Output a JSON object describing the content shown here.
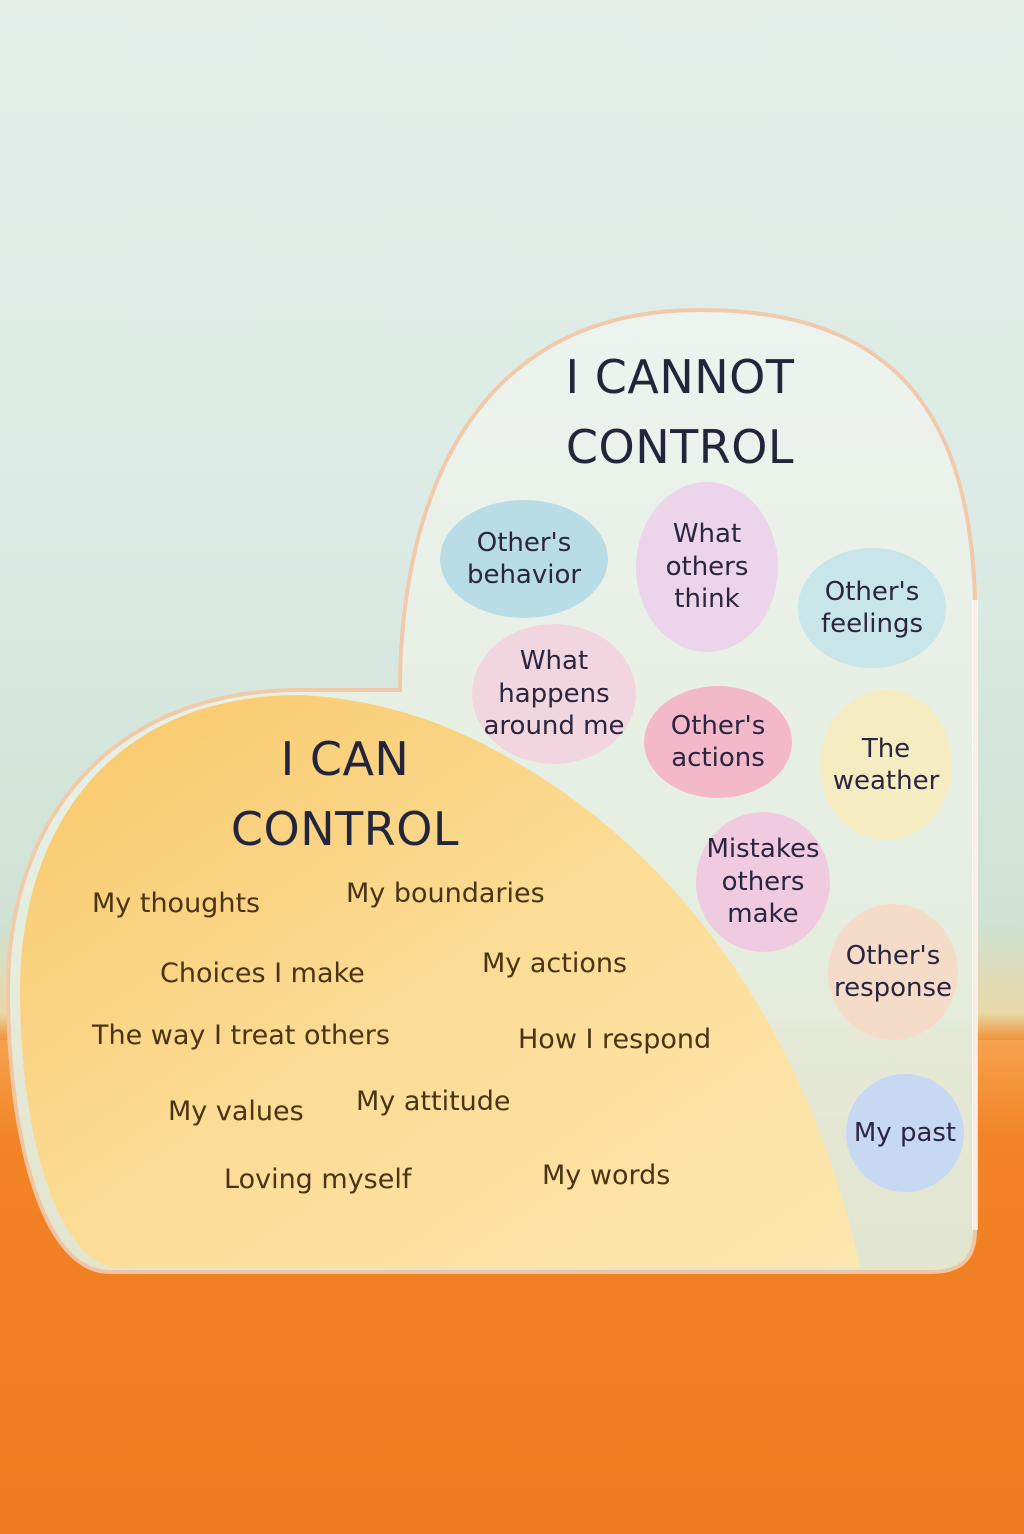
{
  "cannot_control": {
    "title_line1": "I CANNOT",
    "title_line2": "CONTROL",
    "items": [
      {
        "label": "Other's behavior",
        "color": "#b9dde6"
      },
      {
        "label": "What others think",
        "color": "#ecd4ea"
      },
      {
        "label": "Other's feelings",
        "color": "#c8e5ea"
      },
      {
        "label": "What happens around me",
        "color": "#f2d6df"
      },
      {
        "label": "Other's actions",
        "color": "#f3b9c9"
      },
      {
        "label": "The weather",
        "color": "#f6ecc2"
      },
      {
        "label": "Mistakes others make",
        "color": "#f0cbe0"
      },
      {
        "label": "Other's response",
        "color": "#f5dcc9"
      },
      {
        "label": "My past",
        "color": "#c7d8f2"
      }
    ]
  },
  "can_control": {
    "title_line1": "I CAN",
    "title_line2": "CONTROL",
    "items": [
      "My thoughts",
      "My boundaries",
      "Choices I make",
      "My actions",
      "The way I treat others",
      "How I respond",
      "My values",
      "My attitude",
      "Loving myself",
      "My words"
    ]
  },
  "colors": {
    "wall": "#dcebe5",
    "table": "#f07a1e",
    "can_fill": "#fbd98a",
    "text_dark": "#23263a"
  }
}
